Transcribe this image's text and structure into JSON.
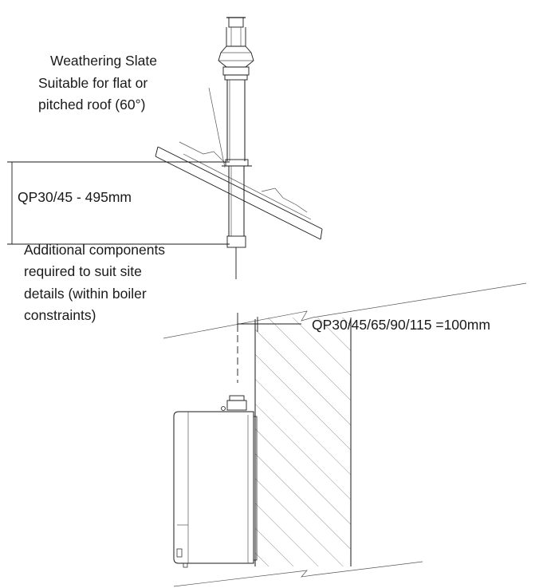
{
  "labels": {
    "weathering_line1": "Weathering Slate",
    "weathering_line2": "Suitable for flat or",
    "weathering_line3": "pitched roof (60°)",
    "height_dimension": "QP30/45 - 495mm",
    "additional_line1": "Additional components",
    "additional_line2": "required to suit site",
    "additional_line3": "details (within boiler",
    "additional_line4": "constraints)",
    "offset_dimension": "QP30/45/65/90/115 =100mm"
  }
}
